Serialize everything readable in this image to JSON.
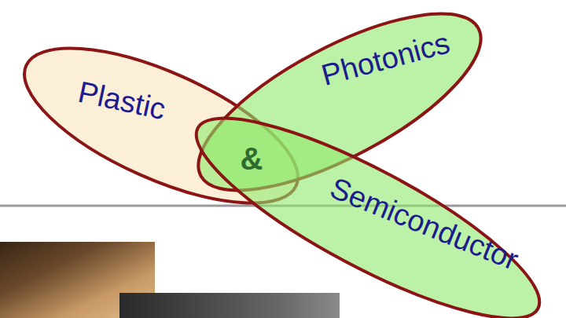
{
  "diagram": {
    "nodes": [
      {
        "text": [
          "Plastic"
        ]
      },
      {
        "text": [
          "Photonics"
        ]
      },
      {
        "text": [
          "Semiconductor"
        ]
      }
    ],
    "labels": [
      "&"
    ]
  }
}
